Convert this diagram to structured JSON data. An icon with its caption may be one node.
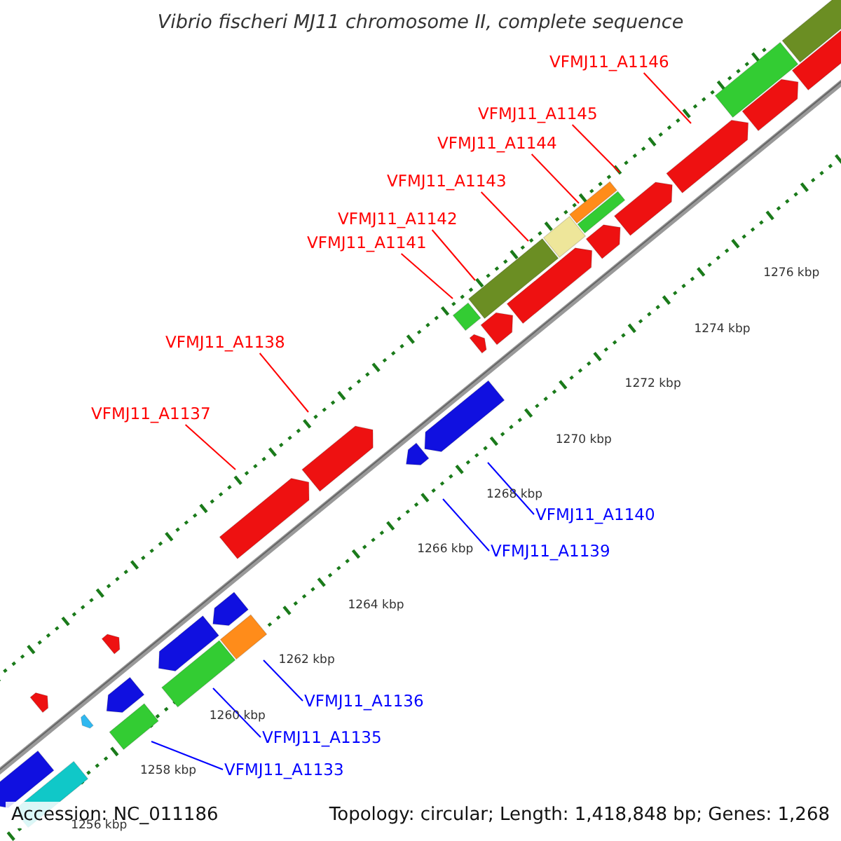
{
  "diagram": {
    "title": "Vibrio fischeri MJ11 chromosome II, complete sequence",
    "nodes": [
      {
        "text": [
          "VFMJ11_A1146"
        ]
      },
      {
        "text": [
          "VFMJ11_A1145"
        ]
      },
      {
        "text": [
          "VFMJ11_A1144"
        ]
      },
      {
        "text": [
          "VFMJ11_A1143"
        ]
      },
      {
        "text": [
          "VFMJ11_A1142"
        ]
      },
      {
        "text": [
          "VFMJ11_A1141"
        ]
      },
      {
        "text": [
          "VFMJ11_A1138"
        ]
      },
      {
        "text": [
          "VFMJ11_A1137"
        ]
      },
      {
        "text": [
          "VFMJ11_A1140"
        ]
      },
      {
        "text": [
          "VFMJ11_A1139"
        ]
      },
      {
        "text": [
          "VFMJ11_A1136"
        ]
      },
      {
        "text": [
          "VFMJ11_A1135"
        ]
      },
      {
        "text": [
          "VFMJ11_A1133"
        ]
      }
    ],
    "edges": [
      {
        "from": 0,
        "to": null,
        "arrow": "none"
      },
      {
        "from": 1,
        "to": null,
        "arrow": "none"
      },
      {
        "from": 2,
        "to": null,
        "arrow": "none"
      },
      {
        "from": 3,
        "to": null,
        "arrow": "none"
      },
      {
        "from": 4,
        "to": null,
        "arrow": "none"
      },
      {
        "from": 5,
        "to": null,
        "arrow": "none"
      },
      {
        "from": 6,
        "to": null,
        "arrow": "none"
      },
      {
        "from": 7,
        "to": null,
        "arrow": "none"
      },
      {
        "from": 8,
        "to": null,
        "arrow": "none",
        "color": "#0000ff"
      },
      {
        "from": 9,
        "to": null,
        "arrow": "none",
        "color": "#0000ff"
      },
      {
        "from": 10,
        "to": null,
        "arrow": "none",
        "color": "#0000ff"
      },
      {
        "from": 11,
        "to": null,
        "arrow": "none",
        "color": "#0000ff"
      },
      {
        "from": 12,
        "to": null,
        "arrow": "none",
        "color": "#0000ff"
      }
    ],
    "labels": [
      "1276 kbp",
      "1274 kbp",
      "1272 kbp",
      "1270 kbp",
      "1268 kbp",
      "1266 kbp",
      "1264 kbp",
      "1262 kbp",
      "1260 kbp",
      "1258 kbp",
      "1256 kbp",
      "Accession: NC_011186",
      "Topology: circular; Length: 1,418,848 bp; Genes: 1,268"
    ]
  }
}
